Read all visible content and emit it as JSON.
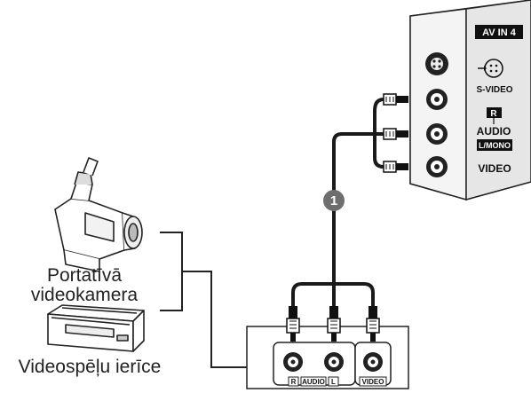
{
  "tv_panel": {
    "av_in": "AV IN 4",
    "svideo": "S-VIDEO",
    "r": "R",
    "audio": "AUDIO",
    "lmono": "L/MONO",
    "video": "VIDEO"
  },
  "callout": "1",
  "devices": {
    "camcorder": {
      "line1": "Portatīvā",
      "line2": "videokamera"
    },
    "console": {
      "label": "Videospēļu ierīce"
    }
  },
  "source_jacks": {
    "r": "R",
    "audio": "AUDIO",
    "l": "L",
    "video": "VIDEO"
  },
  "colors": {
    "cable": "#1a1a1a",
    "panel_fill": "#e6e6e6",
    "panel_shadow": "#c8c8c8",
    "badge": "#6e6e6e",
    "label": "#222222"
  },
  "icons": [
    "camcorder-icon",
    "game-console-icon",
    "svideo-jack-icon",
    "rca-jack-icon",
    "rca-plug-icon"
  ]
}
